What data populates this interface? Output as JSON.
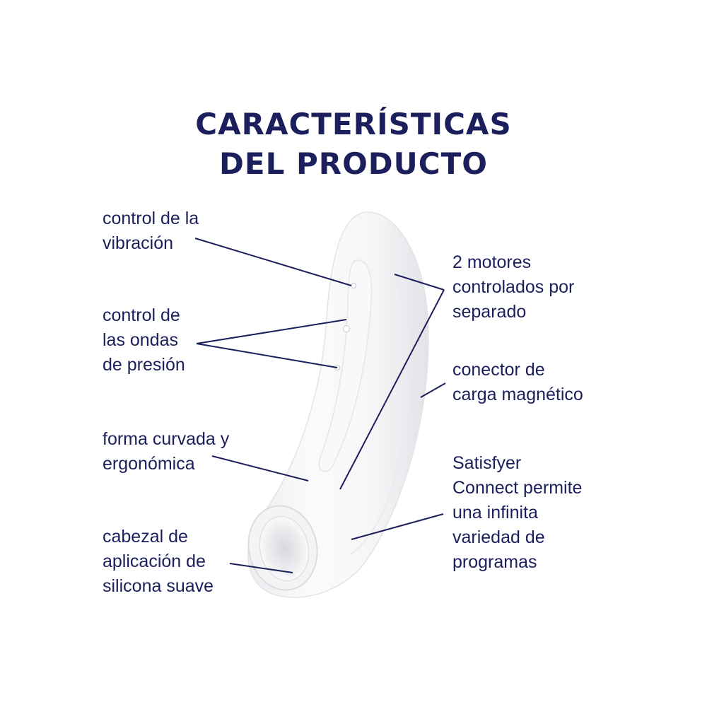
{
  "title": {
    "line1": "CARACTERÍSTICAS",
    "line2": "DEL PRODUCTO"
  },
  "colors": {
    "text": "#1b1f5c",
    "leader_line": "#1b1f5c",
    "background": "#ffffff",
    "product_body": "#f7f7f9",
    "product_shadow": "#e6e6ea"
  },
  "labels_left": [
    {
      "id": "vibration-control",
      "lines": [
        "control de la",
        "vibración"
      ]
    },
    {
      "id": "pressure-wave-control",
      "lines": [
        "control de",
        "las ondas",
        "de presión"
      ]
    },
    {
      "id": "curved-shape",
      "lines": [
        "forma curvada y",
        "ergonómica"
      ]
    },
    {
      "id": "silicone-head",
      "lines": [
        "cabezal de",
        "aplicación de",
        "silicona suave"
      ]
    }
  ],
  "labels_right": [
    {
      "id": "dual-motors",
      "lines": [
        "2 motores",
        "controlados por",
        "separado"
      ]
    },
    {
      "id": "magnetic-charger",
      "lines": [
        "conector de",
        "carga magnético"
      ]
    },
    {
      "id": "app-connect",
      "lines": [
        "Satisfyer",
        "Connect permite",
        "una infinita",
        "variedad de",
        "programas"
      ]
    }
  ]
}
